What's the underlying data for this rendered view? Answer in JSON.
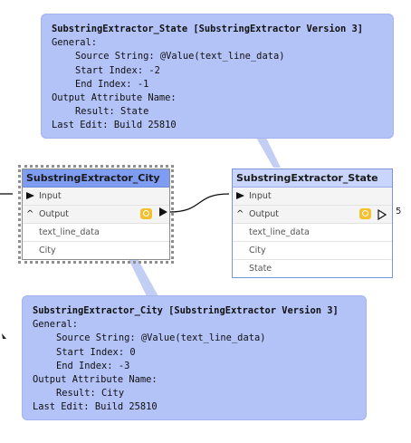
{
  "annotations": {
    "state": {
      "title": "SubstringExtractor_State [SubstringExtractor Version 3]",
      "lines": [
        {
          "text": "General:",
          "indent": 0
        },
        {
          "text": "Source String: @Value(text_line_data)",
          "indent": 1
        },
        {
          "text": "Start Index: -2",
          "indent": 1
        },
        {
          "text": "End Index: -1",
          "indent": 1
        },
        {
          "text": "Output Attribute Name:",
          "indent": 0
        },
        {
          "text": "Result: State",
          "indent": 1
        },
        {
          "text": "Last Edit: Build 25810",
          "indent": 0
        }
      ]
    },
    "city": {
      "title": "SubstringExtractor_City [SubstringExtractor Version 3]",
      "lines": [
        {
          "text": "General:",
          "indent": 0
        },
        {
          "text": "Source String: @Value(text_line_data)",
          "indent": 1
        },
        {
          "text": "Start Index: 0",
          "indent": 1
        },
        {
          "text": "End Index: -3",
          "indent": 1
        },
        {
          "text": "Output Attribute Name:",
          "indent": 0
        },
        {
          "text": "Result: City",
          "indent": 1
        },
        {
          "text": "Last Edit: Build 25810",
          "indent": 0
        }
      ]
    }
  },
  "nodes": {
    "city": {
      "name": "SubstringExtractor_City",
      "input_label": "Input",
      "output_label": "Output",
      "attributes": [
        "text_line_data",
        "City"
      ]
    },
    "state": {
      "name": "SubstringExtractor_State",
      "input_label": "Input",
      "output_label": "Output",
      "attributes": [
        "text_line_data",
        "City",
        "State"
      ],
      "output_count": "5"
    }
  },
  "colors": {
    "annotation_fill": "#b3c2f7",
    "node_header": "#c9d5fb",
    "selected_header": "#7f9cf3",
    "inspect_icon": "#f5c030"
  }
}
